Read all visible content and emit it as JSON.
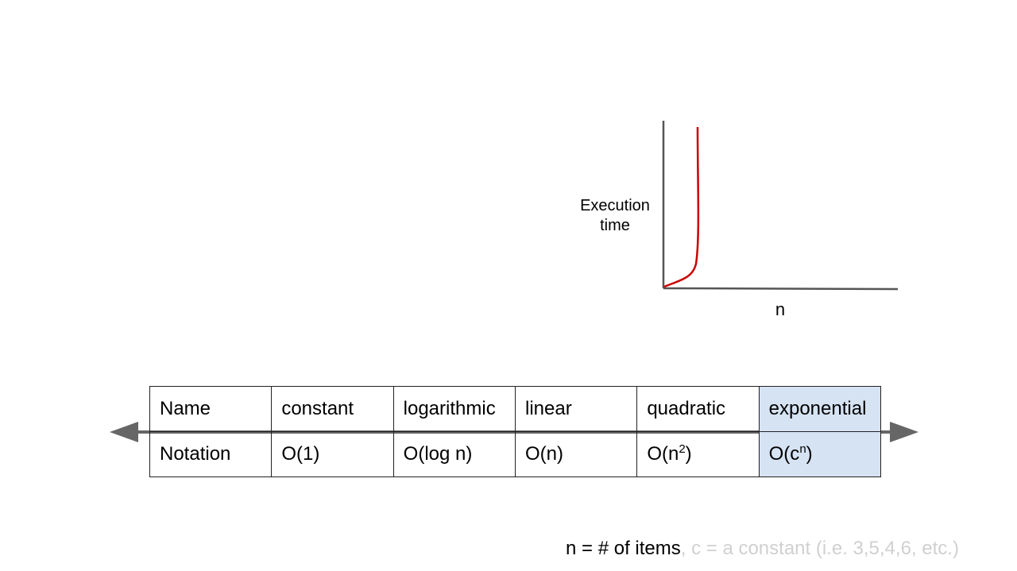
{
  "graph": {
    "y_label_line1": "Execution",
    "y_label_line2": "time",
    "x_label": "n",
    "curve_color": "#cc0000"
  },
  "table": {
    "names": [
      {
        "label": "Name"
      },
      {
        "label": "constant"
      },
      {
        "label": "logarithmic"
      },
      {
        "label": "linear"
      },
      {
        "label": "quadratic"
      },
      {
        "label": "exponential",
        "highlighted": true
      }
    ],
    "notations": [
      {
        "base": "Notation"
      },
      {
        "base": "O(1)"
      },
      {
        "base": "O(log n)"
      },
      {
        "base": "O(n)"
      },
      {
        "base": "O(n",
        "sup": "2",
        "close": ")"
      },
      {
        "base": "O(c",
        "sup": "n",
        "close": ")",
        "highlighted": true
      }
    ],
    "highlight_color": "#d6e3f3"
  },
  "footnote": {
    "main": "n = # of items",
    "muted": ", c = a constant (i.e. 3,5,4,6, etc.)"
  }
}
